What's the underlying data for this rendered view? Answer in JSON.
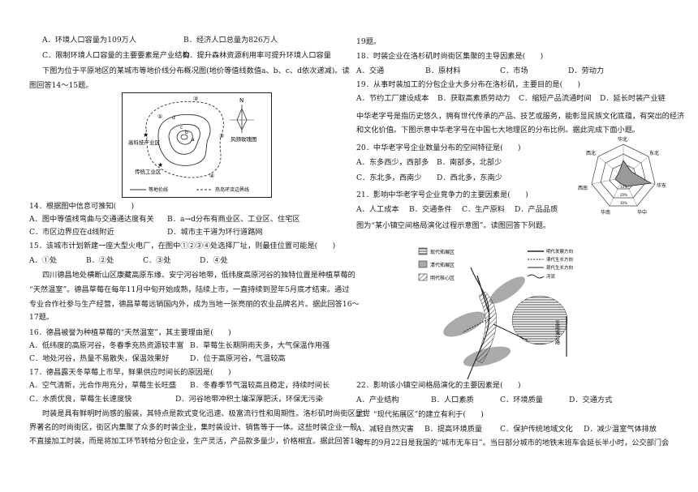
{
  "left": {
    "q13_options_ab": {
      "a": "A．环境人口容量为109万人",
      "b": "B．经济人口总量为826万人"
    },
    "q13_options_cd": {
      "c": "C．限制环境人口容量的主要要素是产业结构",
      "d": "D．提升森林资源利用率可提升环境人口容量"
    },
    "intro_14_15": [
      "下图为位于平原地区的某城市等地价线分布概况图(地价等值线数值a、b、c、d依次递减)。读",
      "图回答14～15题。"
    ],
    "map1": {
      "title": "风频玫瑰图",
      "label_tech_park": "高科技产业区",
      "label_traditional_industry": "传统工业区",
      "n_label": "N",
      "pts": [
        "①",
        "②",
        "③",
        "④"
      ],
      "contour_letters": [
        "a",
        "b",
        "c",
        "d"
      ],
      "legend_contour": "等地价线",
      "legend_heat": "热岛环流边界线"
    },
    "q14": {
      "stem": "14．根据图中信息可推知(　　)",
      "a": "A．图中等值线弯曲与交通通达度有关",
      "b": "B．a→d分布有商业区、工业区、住宅区",
      "c": "C．市区边界应在d线附近",
      "d": "D．城市主干道为环行道路网"
    },
    "q15": {
      "stem": "15．该城市计划新建一座大型火电厂，在图中①②③④处选择厂址，则最佳位置可能是(　　)",
      "a": "A．①处",
      "b": "B．②处",
      "c": "C．③处",
      "d": "D．④处"
    },
    "passage_16_17": [
      "四川德昌地处横断山区康藏高原东缘、安宁河谷地带，低纬度高原河谷的独特位置是种植草莓的",
      "“天然温室”。德昌草莓在每年11月中旬开始成熟，陆续上市，一直持续到翌年5月底才结束。通过",
      "专业合作社参与生产经营，德昌草莓远销国内外，成为当地一张亮丽的农业品牌名片。据此回答16～",
      "17题。"
    ],
    "q16": {
      "stem": "16．德昌被誉为种植草莓的“天然温室”，其主要理由是(　　)",
      "a": "A．低纬度的高原河谷，冬春季充热资源较丰富",
      "b": "B．草莓生长期阴雨天多，大气保温作用强",
      "c": "C．地处河谷，热量不易散失，保温效果好",
      "d": "D．位于高原河谷，气温较高"
    },
    "q17": {
      "stem": "17．德昌露天冬草莓上市早，鲜果供应时间长的原因是(　　)",
      "a": "A．空气清新，光合作用充分，草莓生长旺盛",
      "b": "B．冬春季节气温较高且稳定，持续时间长",
      "c": "C．水质优良，草莓生长速度快",
      "d": "D．河谷地带冲积土壤深厚肥沃，环保无污染"
    },
    "passage_18_19": [
      "时装是具有鲜明时尚感的服装，其特点是款式变化迅速、极富流行性和周期性。洛杉矶时尚街区是世",
      "界著名的时尚街区，街区内集聚了众多的时装企业，集时装设计、销售等于一体。这些时装企业一般",
      "不直接加工时装，而是将加工环节转给分包企业，生产灵活，产品款多量少，价格相宜。据此回答18～"
    ]
  },
  "right": {
    "cont_19": "19题。",
    "q18": {
      "stem": "18．时装企业在洛杉矶时尚街区集聚的主导因素是(　　)",
      "a": "A．交通",
      "b": "B．原材料",
      "c": "C．市场",
      "d": "D．劳动力"
    },
    "q19": {
      "stem": "19．从事时装加工的分包企业大多分布在洛杉矶，主要目的是(　　)",
      "a": "A．节约工厂建设成本",
      "b": "B．获取高素质劳动力",
      "c": "C．缩短产品流通时间",
      "d": "D．延长时装产业链"
    },
    "passage_20_21": [
      "中华老字号是指历史悠久，拥有世代传承的产品、技艺或服务，能彰显民族文化底蕴，有突出的经济",
      "和文化价值。下图示意中华老字号在中国七大地理区的分布比例。据此完成下面小题。"
    ],
    "q20": {
      "stem": "20．中华老字号企业数量分布的空间特征是(　　)",
      "a": "A．东多西少，西部多",
      "b": "B．南部多，北部少",
      "c": "C．东北多，西南少",
      "d": "D．西北多，东南少"
    },
    "q21": {
      "stem": "21．影响中华老字号企业竞争力的主要因素是(　　)",
      "a": "A．人工成本",
      "b": "B．交通条件",
      "c": "C．生产原料",
      "d": "D．产品品质"
    },
    "radar": {
      "labels": [
        "华北",
        "东北",
        "华东",
        "华中",
        "华南",
        "西南",
        "西北"
      ],
      "rings": [
        "30%",
        "20%",
        "10%"
      ]
    },
    "intro_22_23": "图为“某小镇空间格局演化过程示意图”。读图回答下列题。",
    "town_map": {
      "legend": [
        "现代拓展区",
        "清代拓展区",
        "明代核心区"
      ],
      "legend_right": [
        "明代发展方向",
        "清代生长方向",
        "现代生长方向",
        "河流"
      ],
      "road_label": "至高速公路"
    },
    "q22": {
      "stem": "22．影响该小镇空间格局演化的主要因素是(　　)",
      "a": "A．产业结构",
      "b": "B．人口素质",
      "c": "C．环境质量",
      "d": "D．交通方式"
    },
    "q23": {
      "stem": "23．“现代拓展区”的建立有利于(　　)",
      "a": "A．减轻自然灾害",
      "b": "B．提高环境质量",
      "c": "C．保护传统地域文化",
      "d": "D．减少温室气体排放"
    },
    "passage_last": "每年的9月22日是我国的“城市无车日”。当日部分城市的地铁末班车会延长半小时，公交部门会"
  }
}
